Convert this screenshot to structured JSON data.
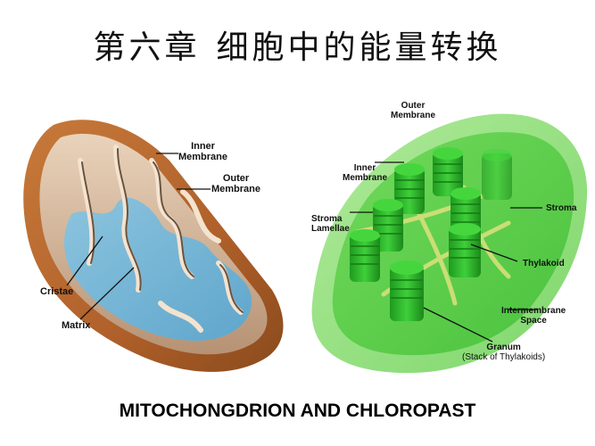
{
  "title": {
    "part1": "第六章",
    "part2": "细胞中的能量转换"
  },
  "mitochondrion": {
    "name": "Mitochondrion",
    "labels": {
      "inner_membrane": [
        "Inner",
        "Membrane"
      ],
      "outer_membrane": [
        "Outer",
        "Membrane"
      ],
      "cristae": "Cristae",
      "matrix": "Matrix"
    },
    "colors": {
      "outer_shell": "#b8682a",
      "outer_shell_dark": "#8a4a1c",
      "inner_membrane": "#e8cfb4",
      "cristae_shadow": "#5a3a24",
      "matrix": "#7cb7d6"
    }
  },
  "chloroplast": {
    "name": "Chloroplast",
    "labels": {
      "outer_membrane": [
        "Outer",
        "Membrane"
      ],
      "inner_membrane": [
        "Inner",
        "Membrane"
      ],
      "stroma_lamellae": [
        "Stroma",
        "Lamellae"
      ],
      "stroma": "Stroma",
      "thylakoid": "Thylakoid",
      "intermembrane_space": [
        "Intermembrane",
        "Space"
      ],
      "granum": [
        "Granum",
        "(Stack of Thylakoids)"
      ]
    },
    "colors": {
      "outer": "#8fdc7a",
      "body": "#5ccb45",
      "granum": "#2fb52a",
      "granum_dark": "#1a8a1a",
      "lamellae": "#d7e07a"
    }
  },
  "caption": "MITOCHONGDRION AND CHLOROPAST"
}
